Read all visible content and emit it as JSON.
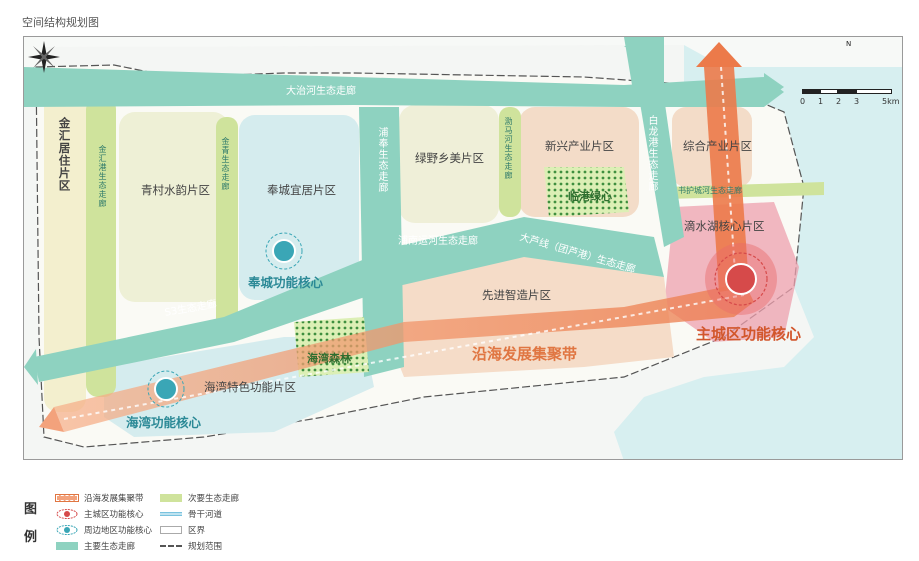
{
  "title": "空间结构规划图",
  "colors": {
    "primary_corridor": "#8ed2c0",
    "secondary_corridor": "#cfe39c",
    "belt": "#f3a27c",
    "main_core": "#d64a4a",
    "sub_core": "#3aa6b6",
    "ocean": "#d7eff0"
  },
  "districts": {
    "jinhui": "金汇居住片区",
    "qingcun": "青村水韵片区",
    "fengcheng": "奉城宜居片区",
    "lvye": "绿野乡美片区",
    "xinxing": "新兴产业片区",
    "zonghe": "综合产业片区",
    "dishuihu": "滴水湖核心片区",
    "xianjin": "先进智造片区",
    "haiwan": "海湾特色功能片区"
  },
  "corridors": {
    "dazhi": "大治河生态走廊",
    "jinhui_gang": "金汇港生态走廊",
    "jinqing": "金青生态走廊",
    "pufeng": "浦奉生态走廊",
    "zhuma": "泐马河生态走廊",
    "bailong": "白龙港生态走廊",
    "pufeng_yun": "浦南运河生态走廊",
    "daluxian": "大芦线（团芦港）生态走廊",
    "s3": "S3生态走廊",
    "shuhu": "书护城河生态走廊"
  },
  "green": {
    "lingang": "临港绿心",
    "haiwan_forest": "海湾森林"
  },
  "cores": {
    "fengcheng": "奉城功能核心",
    "main": "主城区功能核心",
    "haiwan": "海湾功能核心"
  },
  "belt": "沿海发展集聚带",
  "scale": {
    "labels": [
      "0",
      "1",
      "2",
      "3",
      "5km"
    ]
  },
  "north_label": "N",
  "legend": {
    "title_1": "图",
    "title_2": "例",
    "items": [
      "沿海发展集聚带",
      "主城区功能核心",
      "周边地区功能核心",
      "主要生态走廊",
      "次要生态走廊",
      "骨干河道",
      "区界",
      "规划范围"
    ]
  }
}
